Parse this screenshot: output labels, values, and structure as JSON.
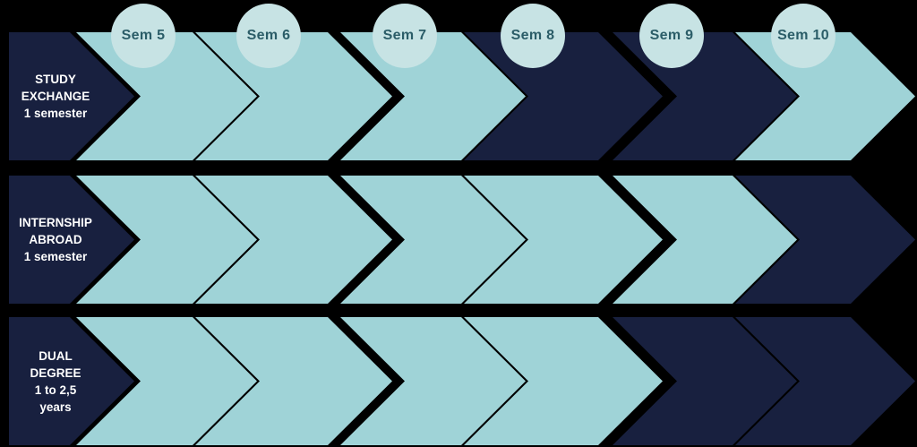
{
  "diagram": {
    "semesters": [
      {
        "label": "Sem 5"
      },
      {
        "label": "Sem 6"
      },
      {
        "label": "Sem 7"
      },
      {
        "label": "Sem 8"
      },
      {
        "label": "Sem 9"
      },
      {
        "label": "Sem 10"
      }
    ],
    "rows": [
      {
        "id": "study-exchange",
        "label": "STUDY\nEXCHANGE\n1 semester",
        "segments": [
          {
            "sem": "Sem 5",
            "tone": "light"
          },
          {
            "sem": "Sem 6",
            "tone": "light"
          },
          {
            "sem": "Sem 7",
            "tone": "light"
          },
          {
            "sem": "Sem 8",
            "tone": "dark"
          },
          {
            "sem": "Sem 9",
            "tone": "dark"
          },
          {
            "sem": "Sem 10",
            "tone": "light"
          }
        ]
      },
      {
        "id": "internship-abroad",
        "label": "INTERNSHIP\nABROAD\n1 semester",
        "segments": [
          {
            "sem": "Sem 5",
            "tone": "light"
          },
          {
            "sem": "Sem 6",
            "tone": "light"
          },
          {
            "sem": "Sem 7",
            "tone": "light"
          },
          {
            "sem": "Sem 8",
            "tone": "light"
          },
          {
            "sem": "Sem 9",
            "tone": "light"
          },
          {
            "sem": "Sem 10",
            "tone": "dark"
          }
        ]
      },
      {
        "id": "dual-degree",
        "label": "DUAL\nDEGREE\n1 to 2,5\nyears",
        "segments": [
          {
            "sem": "Sem 5",
            "tone": "light"
          },
          {
            "sem": "Sem 6",
            "tone": "light"
          },
          {
            "sem": "Sem 7",
            "tone": "light"
          },
          {
            "sem": "Sem 8",
            "tone": "light"
          },
          {
            "sem": "Sem 9",
            "tone": "dark"
          },
          {
            "sem": "Sem 10",
            "tone": "dark"
          }
        ]
      }
    ],
    "colors": {
      "background": "#000000",
      "dark": "#18203f",
      "light": "#9fd3d7",
      "circle_fill": "#c7e3e4",
      "circle_text": "#2b5d68",
      "label_text": "#ffffff"
    }
  }
}
